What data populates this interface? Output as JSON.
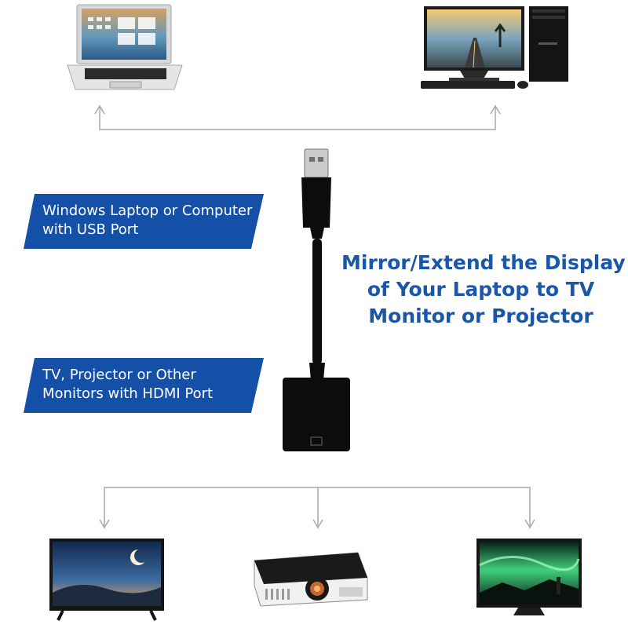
{
  "labels": {
    "source": {
      "line1": "Windows Laptop or Computer",
      "line2": "with USB Port"
    },
    "target": {
      "line1": "TV, Projector or Other",
      "line2": "Monitors with HDMI Port"
    }
  },
  "headline": {
    "line1": "Mirror/Extend the Display",
    "line2": "of Your Laptop to TV",
    "line3": "Monitor or Projector"
  },
  "colors": {
    "badge_blue": "#1550a8",
    "headline_blue": "#1a57a8",
    "arrow_gray": "#a9a9a9",
    "adapter_black": "#0c0c0c"
  },
  "icons": {
    "top": [
      "laptop-icon",
      "desktop-computer-icon"
    ],
    "bottom": [
      "tv-icon",
      "projector-icon",
      "monitor-icon"
    ],
    "center": "usb-to-hdmi-adapter-icon"
  }
}
